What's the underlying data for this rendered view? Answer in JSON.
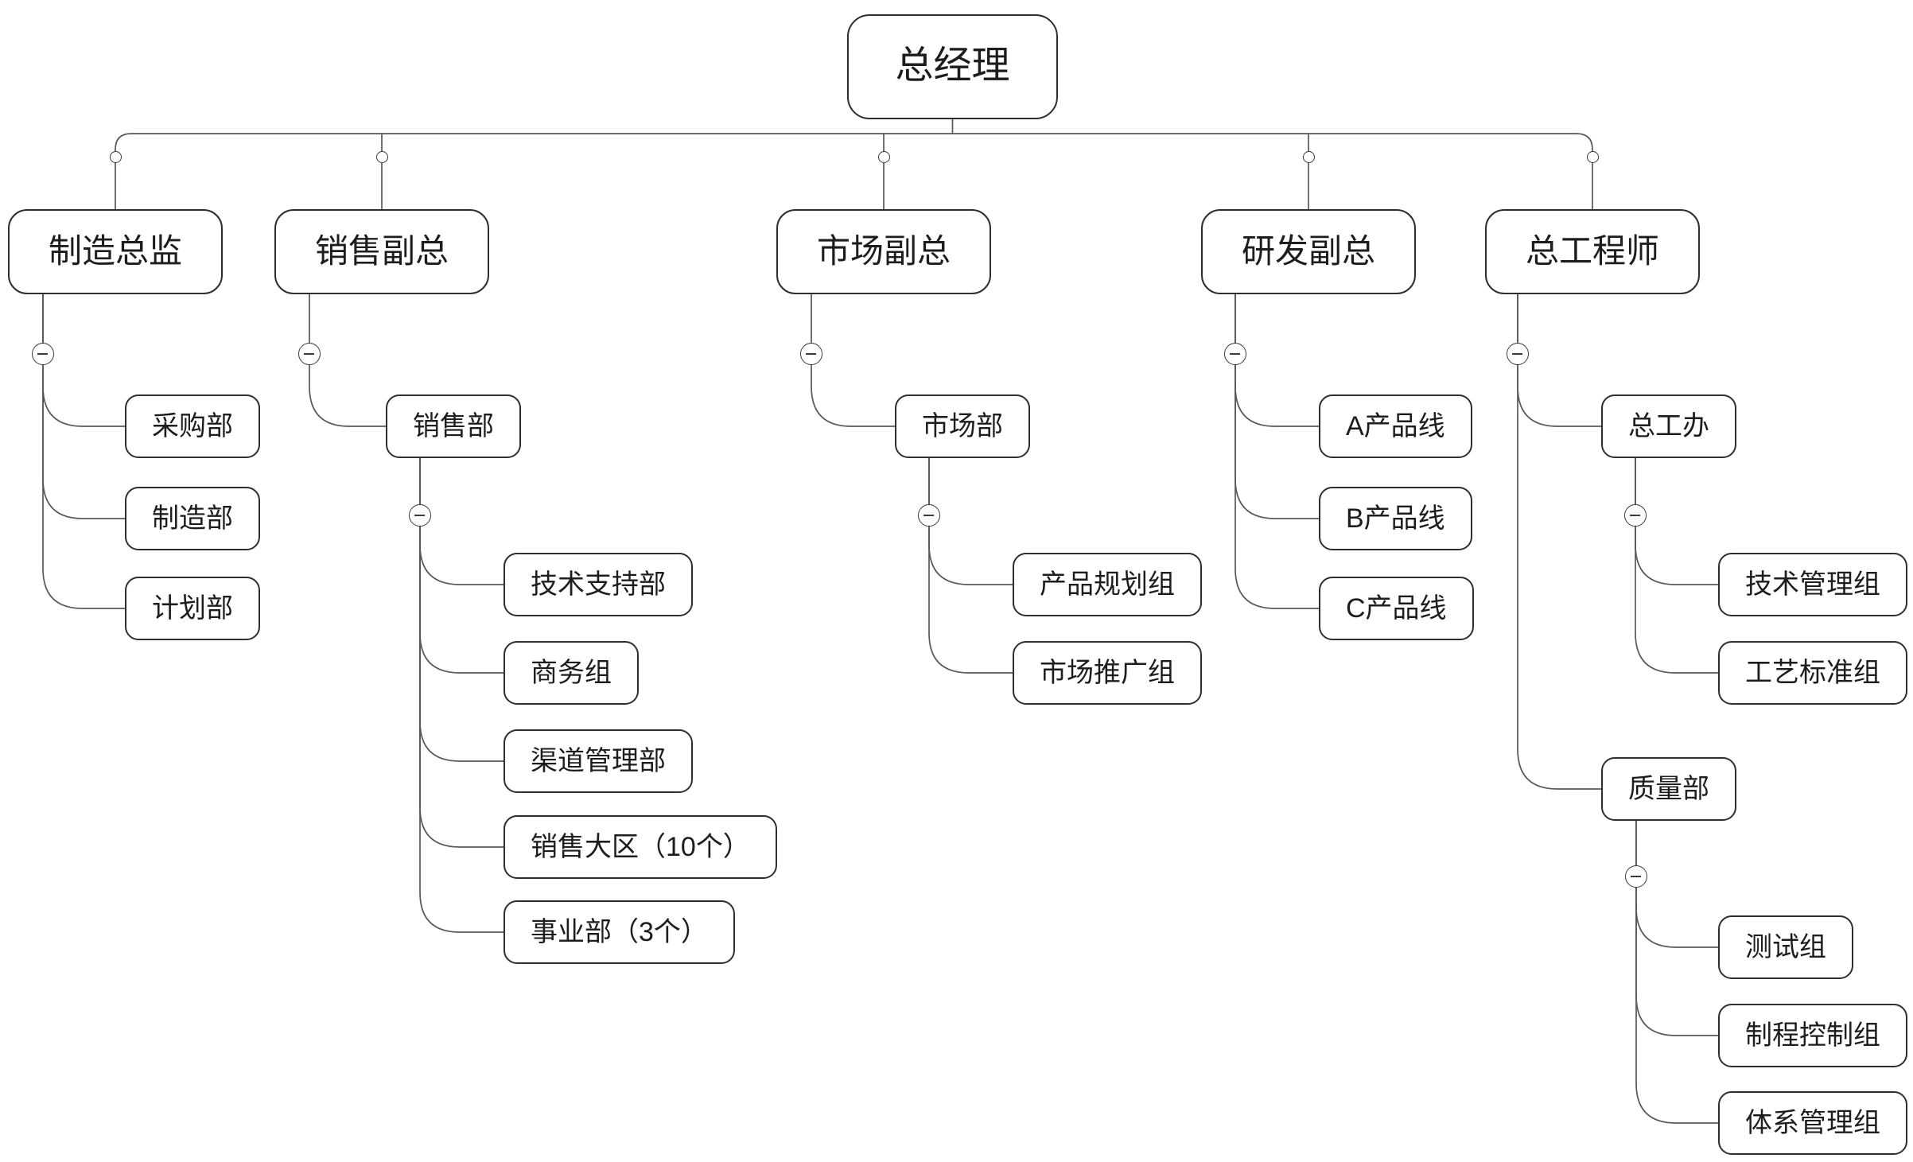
{
  "diagram": {
    "type": "org-chart-mind-map",
    "direction": "top-down",
    "collapse_icon": "minus-circle",
    "junction_icon": "open-circle"
  },
  "palette": {
    "background": "#ffffff",
    "box_fill": "#ffffff",
    "box_border": "#2e2e2e",
    "text": "#1d1d1d",
    "connector": "#585858",
    "toggle_border": "#3a3a3a"
  },
  "nodes": {
    "root": "总经理",
    "manufacturing_director": "制造总监",
    "purchasing_dept": "采购部",
    "manufacturing_dept": "制造部",
    "planning_dept": "计划部",
    "sales_vp": "销售副总",
    "sales_dept": "销售部",
    "tech_support_dept": "技术支持部",
    "commerce_group": "商务组",
    "channel_mgmt_dept": "渠道管理部",
    "sales_regions": "销售大区（10个）",
    "business_units": "事业部（3个）",
    "marketing_vp": "市场副总",
    "marketing_dept": "市场部",
    "product_planning_group": "产品规划组",
    "market_promotion_group": "市场推广组",
    "rd_vp": "研发副总",
    "product_line_a": "A产品线",
    "product_line_b": "B产品线",
    "product_line_c": "C产品线",
    "chief_engineer": "总工程师",
    "chief_engineer_office": "总工办",
    "tech_mgmt_group": "技术管理组",
    "process_standard_group": "工艺标准组",
    "quality_dept": "质量部",
    "testing_group": "测试组",
    "process_control_group": "制程控制组",
    "system_mgmt_group": "体系管理组"
  },
  "hierarchy": {
    "id": "root",
    "children": [
      {
        "id": "manufacturing_director",
        "children": [
          {
            "id": "purchasing_dept"
          },
          {
            "id": "manufacturing_dept"
          },
          {
            "id": "planning_dept"
          }
        ]
      },
      {
        "id": "sales_vp",
        "children": [
          {
            "id": "sales_dept",
            "children": [
              {
                "id": "tech_support_dept"
              },
              {
                "id": "commerce_group"
              },
              {
                "id": "channel_mgmt_dept"
              },
              {
                "id": "sales_regions"
              },
              {
                "id": "business_units"
              }
            ]
          }
        ]
      },
      {
        "id": "marketing_vp",
        "children": [
          {
            "id": "marketing_dept",
            "children": [
              {
                "id": "product_planning_group"
              },
              {
                "id": "market_promotion_group"
              }
            ]
          }
        ]
      },
      {
        "id": "rd_vp",
        "children": [
          {
            "id": "product_line_a"
          },
          {
            "id": "product_line_b"
          },
          {
            "id": "product_line_c"
          }
        ]
      },
      {
        "id": "chief_engineer",
        "children": [
          {
            "id": "chief_engineer_office",
            "children": [
              {
                "id": "tech_mgmt_group"
              },
              {
                "id": "process_standard_group"
              }
            ]
          },
          {
            "id": "quality_dept",
            "children": [
              {
                "id": "testing_group"
              },
              {
                "id": "process_control_group"
              },
              {
                "id": "system_mgmt_group"
              }
            ]
          }
        ]
      }
    ]
  }
}
